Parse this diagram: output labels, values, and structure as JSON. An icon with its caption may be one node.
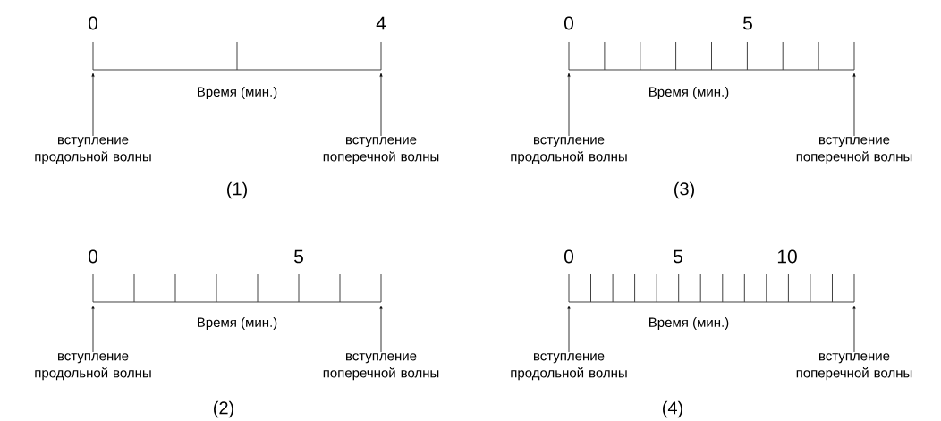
{
  "diagram": {
    "nodes": [
      {
        "text": [
          "вступление продольной волны"
        ]
      },
      {
        "text": [
          "вступление поперечной волны"
        ]
      },
      {
        "text": [
          "вступление продольной волны"
        ]
      },
      {
        "text": [
          "вступление поперечной волны"
        ]
      },
      {
        "text": [
          "вступление продольной волны"
        ]
      },
      {
        "text": [
          "вступление поперечной волны"
        ]
      },
      {
        "text": [
          "вступление продольной волны"
        ]
      },
      {
        "text": [
          "вступление поперечной волны"
        ]
      }
    ],
    "edges": [
      {
        "from": 0,
        "to": null,
        "arrow": "to"
      },
      {
        "from": 1,
        "to": null,
        "arrow": "to"
      },
      {
        "from": 2,
        "to": null,
        "arrow": "to"
      },
      {
        "from": 3,
        "to": null,
        "arrow": "to"
      },
      {
        "from": 4,
        "to": null,
        "arrow": "to"
      },
      {
        "from": 5,
        "to": null,
        "arrow": "to"
      },
      {
        "from": 6,
        "to": null,
        "arrow": "to"
      },
      {
        "from": 7,
        "to": null,
        "arrow": "to"
      }
    ],
    "labels": [
      "0",
      "4",
      "Время (мин.)",
      "(1)",
      "0",
      "5",
      "Время (мин.)",
      "(2)",
      "0",
      "5",
      "Время (мин.)",
      "(3)",
      "0",
      "5",
      "10",
      "Время (мин.)",
      "(4)"
    ]
  }
}
